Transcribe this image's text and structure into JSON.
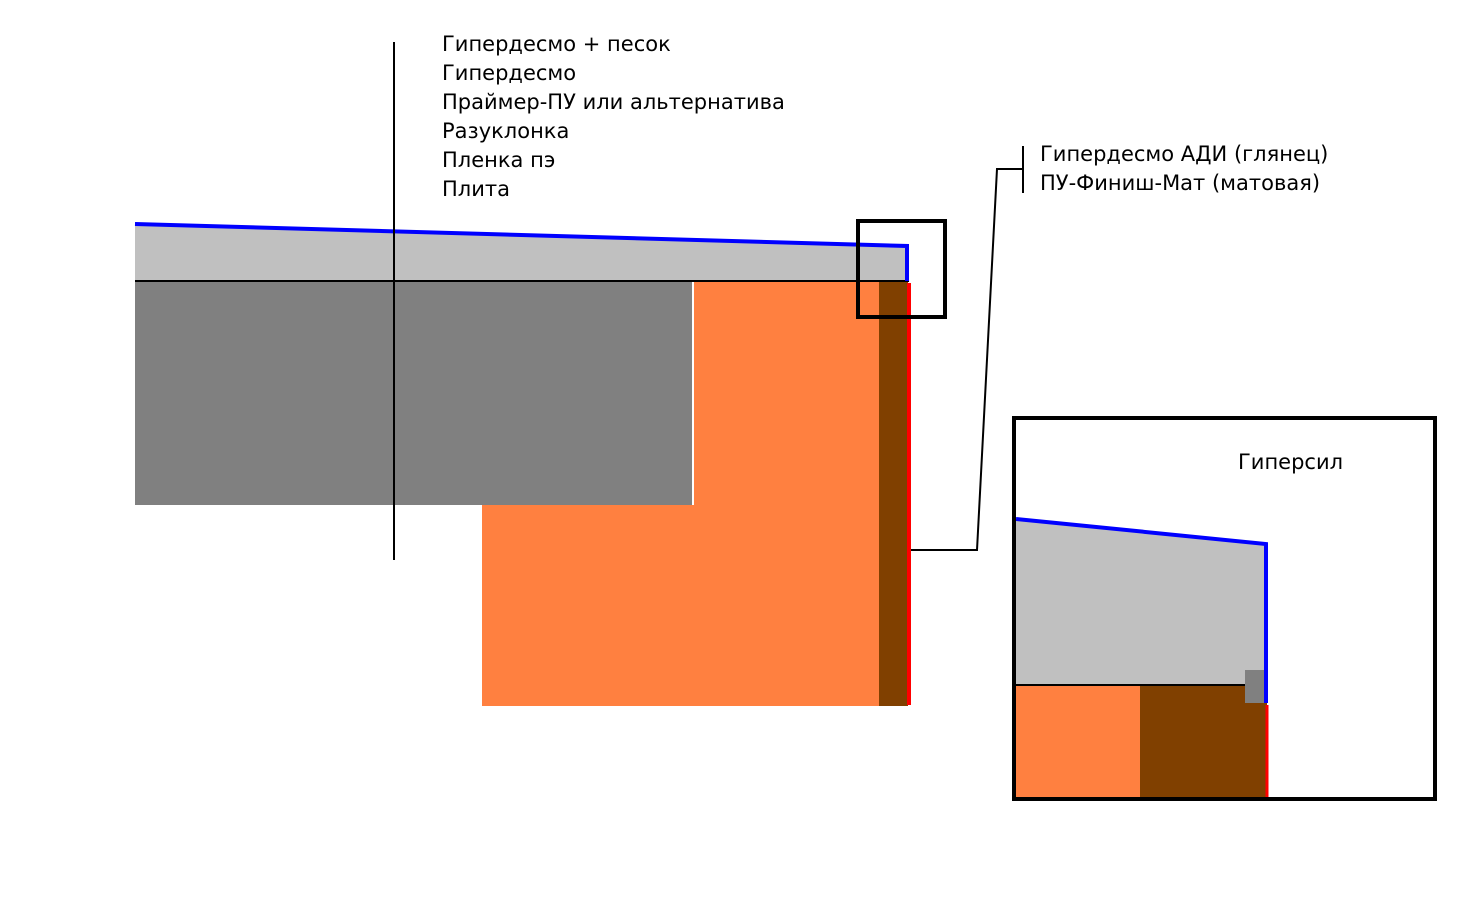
{
  "layers": [
    "Гипердесмо + песок",
    "Гипердесмо",
    "Праймер-ПУ или альтернатива",
    "Разуклонка",
    "Пленка пэ",
    "Плита"
  ],
  "finish": [
    "Гипердесмо АДИ (глянец)",
    "ПУ-Финиш-Мат (матовая)"
  ],
  "sealant_label": "Гиперсил",
  "colors": {
    "screed": "#c0c0c0",
    "slab": "#808080",
    "wall": "#ff8040",
    "wall_edge": "#804000",
    "membrane": "#0000ff",
    "finish": "#ff0000",
    "sealant": "#808080",
    "outline": "#000000"
  }
}
